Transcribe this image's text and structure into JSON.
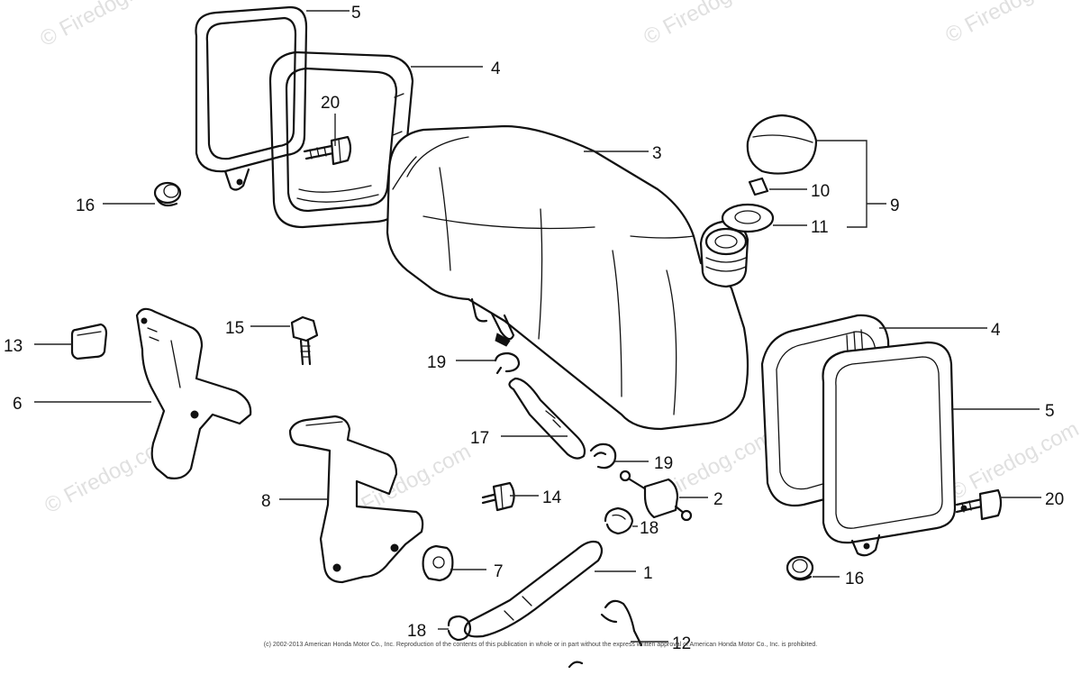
{
  "watermark": "© Firedog.com",
  "copyright": "(c) 2002-2013 American Honda Motor Co., Inc. Reproduction of the contents of this publication in whole or in part without the express written approval of American Honda Motor Co., Inc. is prohibited.",
  "callouts": [
    "1",
    "2",
    "3",
    "4",
    "5",
    "6",
    "7",
    "8",
    "9",
    "10",
    "11",
    "12",
    "13",
    "14",
    "15",
    "16",
    "17",
    "18",
    "19",
    "20"
  ],
  "parts": {
    "1": "1",
    "2": "2",
    "3": "3",
    "4": "4",
    "5": "5",
    "6": "6",
    "7": "7",
    "8": "8",
    "9": "9",
    "10": "10",
    "11": "11",
    "12": "12",
    "13": "13",
    "14": "14",
    "15": "15",
    "16": "16",
    "17": "17",
    "18": "18",
    "19": "19",
    "20": "20"
  }
}
